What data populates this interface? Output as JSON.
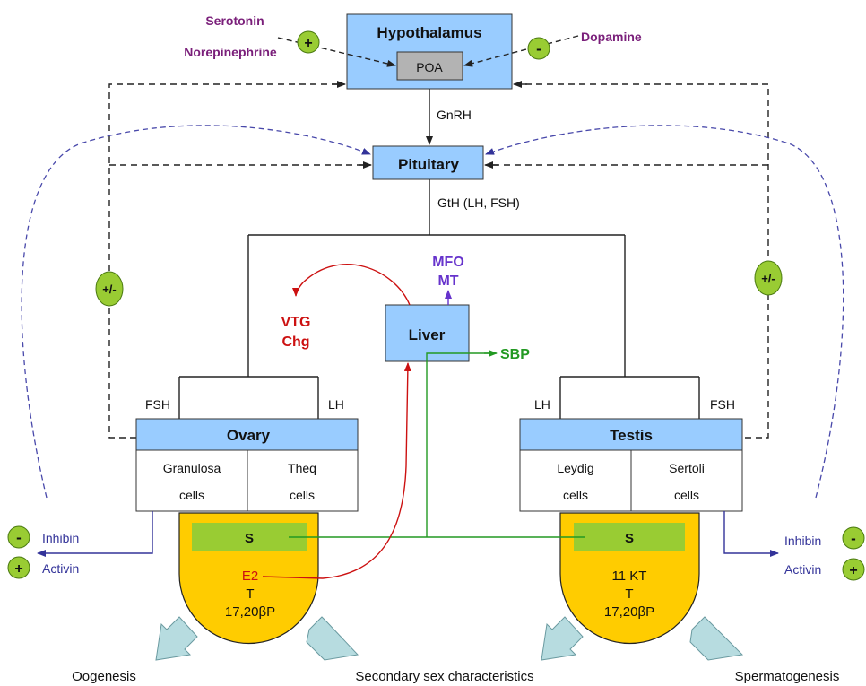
{
  "colors": {
    "box_blue": "#99ccff",
    "poa_gray": "#b3b3b3",
    "gland_yellow": "#ffcc00",
    "steroid_green": "#99cc33",
    "sign_green": "#99cc33",
    "purple_text": "#7a1f7a",
    "violet": "#6633cc",
    "red": "#cc1111",
    "green": "#229922",
    "navy": "#333399",
    "arrow_fill": "#b7dce0"
  },
  "hypothalamus": {
    "title": "Hypothalamus",
    "poa": "POA"
  },
  "neurotransmitters": {
    "serotonin": "Serotonin",
    "norepinephrine": "Norepinephrine",
    "dopamine": "Dopamine",
    "plus_sign": "+",
    "minus_sign": "-"
  },
  "hormones": {
    "gnrh": "GnRH",
    "gth": "GtH (LH, FSH)"
  },
  "pituitary": {
    "title": "Pituitary"
  },
  "feedback": {
    "left": "+/-",
    "right": "+/-"
  },
  "liver": {
    "title": "Liver",
    "mfo": "MFO",
    "mt": "MT",
    "vtg": "VTG",
    "chg": "Chg",
    "sbp": "SBP"
  },
  "ovary": {
    "title": "Ovary",
    "fsh": "FSH",
    "lh": "LH",
    "cell1_line1": "Granulosa",
    "cell1_line2": "cells",
    "cell2_line1": "Theq",
    "cell2_line2": "cells",
    "steroid_box": "S",
    "e2": "E2",
    "t": "T",
    "p": "17,20βP"
  },
  "testis": {
    "title": "Testis",
    "lh": "LH",
    "fsh": "FSH",
    "cell1_line1": "Leydig",
    "cell1_line2": "cells",
    "cell2_line1": "Sertoli",
    "cell2_line2": "cells",
    "steroid_box": "S",
    "kt": "11 KT",
    "t": "T",
    "p": "17,20βP"
  },
  "left_peptides": {
    "inhibin": "Inhibin",
    "activin": "Activin",
    "minus": "-",
    "plus": "+"
  },
  "right_peptides": {
    "inhibin": "Inhibin",
    "activin": "Activin",
    "minus": "-",
    "plus": "+"
  },
  "outcomes": {
    "oogenesis": "Oogenesis",
    "secondary": "Secondary sex characteristics",
    "spermatogenesis": "Spermatogenesis"
  }
}
